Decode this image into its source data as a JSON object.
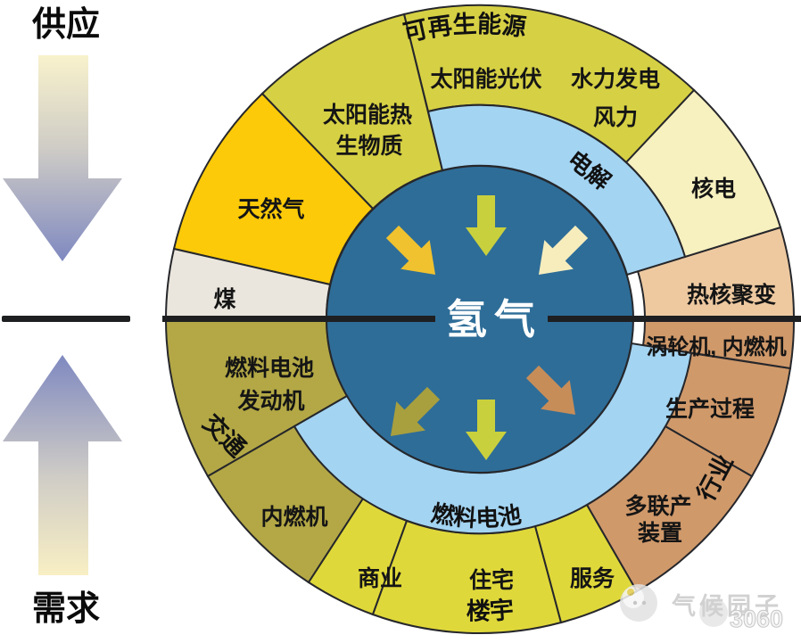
{
  "side": {
    "supply": "供应",
    "demand": "需求"
  },
  "center": {
    "hydrogen": "氢气"
  },
  "rings": {
    "electrolysis": "电解",
    "fuel_cell": "燃料电池"
  },
  "supply": {
    "renewables": "可再生能源",
    "solar_pv": "太阳能光伏",
    "hydro": "水力发电",
    "wind": "风力",
    "solar_thermal": "太阳能热",
    "biomass": "生物质",
    "natural_gas": "天然气",
    "coal": "煤",
    "nuclear": "核电",
    "fusion": "热核聚变"
  },
  "demand": {
    "fc_engine_line1": "燃料电池",
    "fc_engine_line2": "发动机",
    "transport": "交通",
    "ice": "内燃机",
    "commercial": "商业",
    "residential": "住宅",
    "services": "服务",
    "buildings": "楼宇",
    "polygen_line1": "多联产",
    "polygen_line2": "装置",
    "industry": "行业",
    "production": "生产过程",
    "turbine_ice": "涡轮机, 内燃机"
  },
  "watermark": {
    "name": "气候园子",
    "number": "3060"
  },
  "colors": {
    "renewable_green": "#d6d044",
    "natural_gas_yellow": "#fcca08",
    "coal_gray": "#eae6dd",
    "nuclear_cream": "#f7f0bf",
    "fusion_tan": "#eec9a0",
    "industry_tan": "#d0996a",
    "buildings_yellow": "#dfd83a",
    "transport_olive": "#b3a845",
    "ring_blue": "#a3d4f2",
    "center_teal": "#2e6d98",
    "divider_black": "#1e1f21",
    "arrow_gold": "#f0c22f",
    "arrow_green": "#c9d03d",
    "arrow_cream": "#f7edbc",
    "arrow_olive": "#a89f3e",
    "arrow_tan": "#c78d58"
  }
}
